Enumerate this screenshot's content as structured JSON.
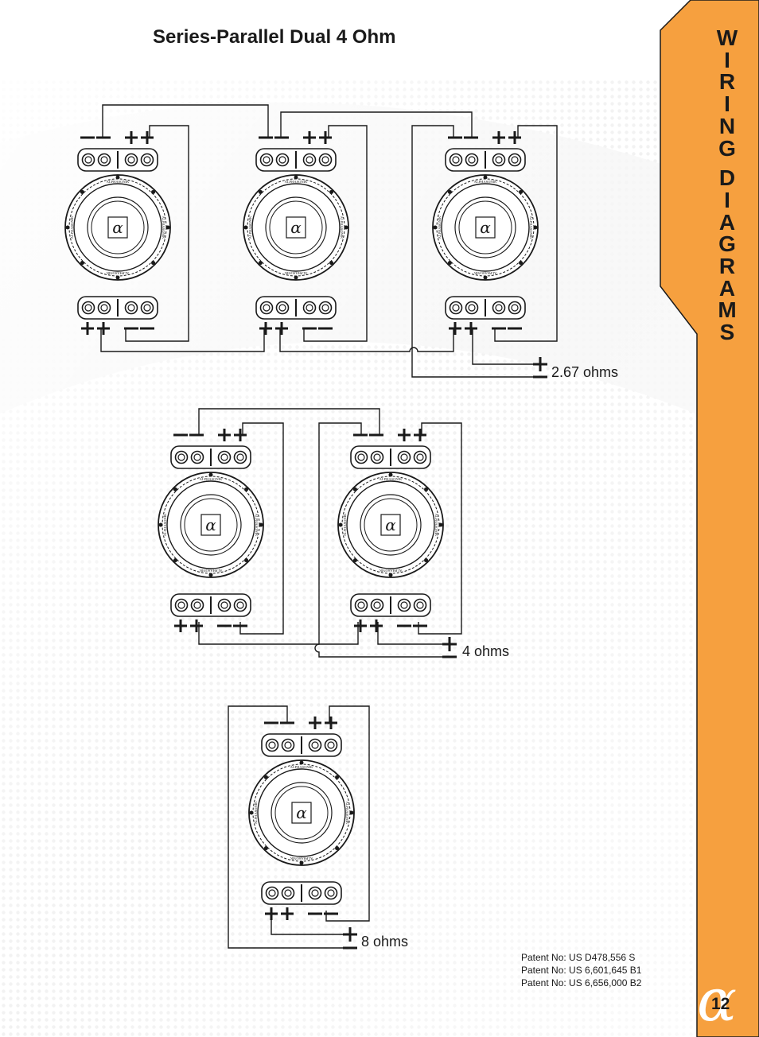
{
  "title": "Series-Parallel Dual 4 Ohm",
  "tab": {
    "letters": [
      "W",
      "I",
      "R",
      "I",
      "N",
      "G",
      "",
      "D",
      "I",
      "A",
      "G",
      "R",
      "A",
      "M",
      "S"
    ],
    "color": "#f6a03f",
    "page_number": "12",
    "logo_icon": "alpha-logo-icon"
  },
  "impedance_labels": [
    "2.67 ohms",
    "4 ohms",
    "8 ohms"
  ],
  "patents": [
    "Patent No: US D478,556 S",
    "Patent No: US 6,601,645 B1",
    "Patent No: US 6,656,000 B2"
  ],
  "speaker": {
    "logo_glyph": "α",
    "brand_text": "ALPHASONIK",
    "terminal_signs": {
      "minus": "−−",
      "plus": "++"
    }
  }
}
